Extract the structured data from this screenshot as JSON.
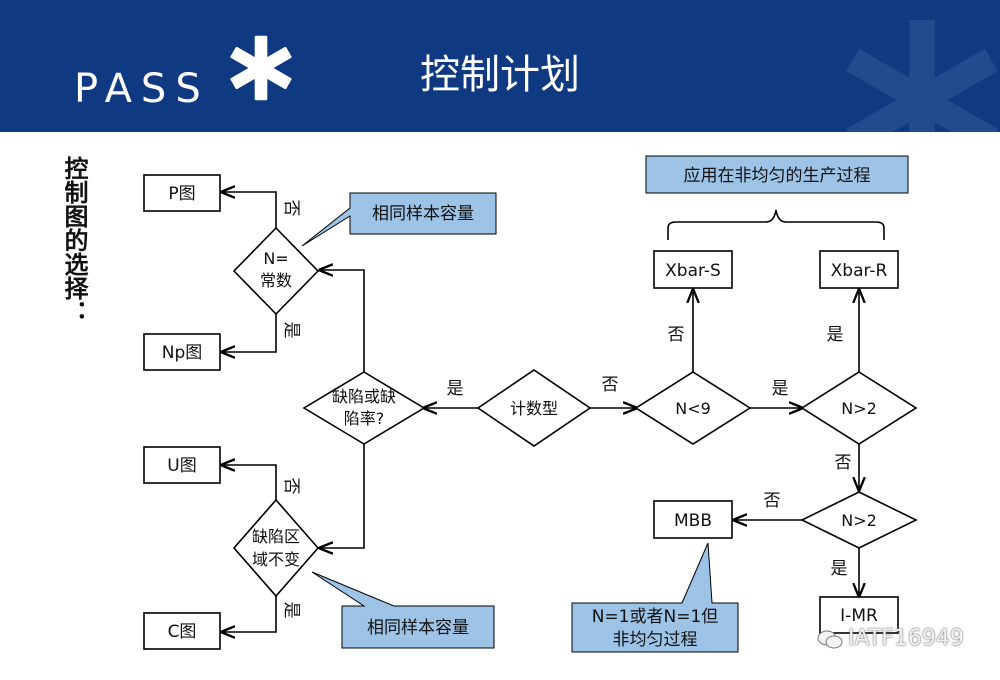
{
  "header": {
    "logo": "PASS",
    "title": "控制计划"
  },
  "side_label": "控制图的选择：",
  "boxes": {
    "p_chart": "P图",
    "np_chart": "Np图",
    "u_chart": "U图",
    "c_chart": "C图",
    "xbar_s": "Xbar-S",
    "xbar_r": "Xbar-R",
    "mbb": "MBB",
    "imr": "I-MR"
  },
  "decisions": {
    "n_constant_line1": "N=",
    "n_constant_line2": "常数",
    "defect_line1": "缺陷或缺",
    "defect_line2": "陷率?",
    "count_type": "计数型",
    "defect_area_line1": "缺陷区",
    "defect_area_line2": "域不变",
    "n_lt_9": "N<9",
    "n_gt_2_a": "N>2",
    "n_gt_2_b": "N>2"
  },
  "labels": {
    "yes": "是",
    "no": "否"
  },
  "callouts": {
    "same_sample_1": "相同样本容量",
    "same_sample_2": "相同样本容量",
    "nonuniform": "应用在非均匀的生产过程",
    "n1_line1": "N=1或者N=1但",
    "n1_line2": "非均匀过程"
  },
  "watermark": "IATF16949",
  "colors": {
    "header_bg": "#0f3a82",
    "callout_fill": "#9dc3e6",
    "line": "#000000"
  }
}
